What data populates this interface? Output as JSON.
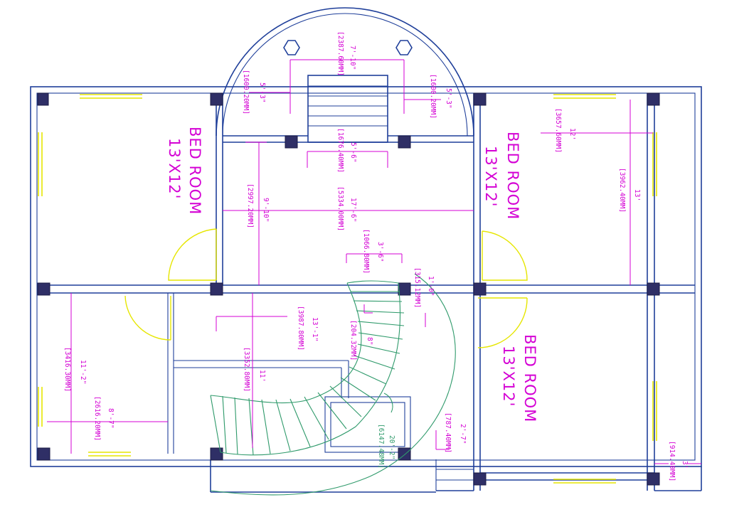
{
  "rooms": [
    {
      "label": "BED ROOM",
      "size": "13'X12'"
    },
    {
      "label": "BED ROOM",
      "size": "13'X12'"
    },
    {
      "label": "BED ROOM",
      "size": "13'X12'"
    }
  ],
  "dimensions": {
    "top_stair_width": {
      "ft": "7'-10\"",
      "mm": "[2387.60MM]"
    },
    "top_left": {
      "ft": "5'-3\"",
      "mm": "[1600.20MM]"
    },
    "top_right": {
      "ft": "5'-3\"",
      "mm": "[1600.20MM]"
    },
    "top_landing": {
      "ft": "5'-6\"",
      "mm": "[1676.40MM]"
    },
    "hall_width": {
      "ft": "17'-6\"",
      "mm": "[5334.00MM]"
    },
    "hall_height": {
      "ft": "9'-10\"",
      "mm": "[2997.20MM]"
    },
    "right_room_width": {
      "ft": "12'",
      "mm": "[3657.60MM]"
    },
    "right_room_height": {
      "ft": "13'",
      "mm": "[3962.40MM]"
    },
    "passage": {
      "ft": "3'-6\"",
      "mm": "[1066.80MM]"
    },
    "small_step": {
      "ft": "1'-0\"",
      "mm": "[315.12MM]"
    },
    "mid_width": {
      "ft": "13'-1\"",
      "mm": "[3987.80MM]"
    },
    "stair_gap": {
      "ft": "8\"",
      "mm": "[204.32MM]"
    },
    "left_room_height": {
      "ft": "11'-2\"",
      "mm": "[3416.30MM]"
    },
    "mid_height": {
      "ft": "11'",
      "mm": "[3352.80MM]"
    },
    "left_small": {
      "ft": "8'-7\"",
      "mm": "[2616.20MM]"
    },
    "lower_right": {
      "ft": "2'-7\"",
      "mm": "[787.40MM]"
    },
    "right_margin": {
      "ft": "3'",
      "mm": "[914.40MM]"
    },
    "stair_arc": {
      "ft": "20'-2\"",
      "mm": "[6147.48MM]"
    }
  }
}
